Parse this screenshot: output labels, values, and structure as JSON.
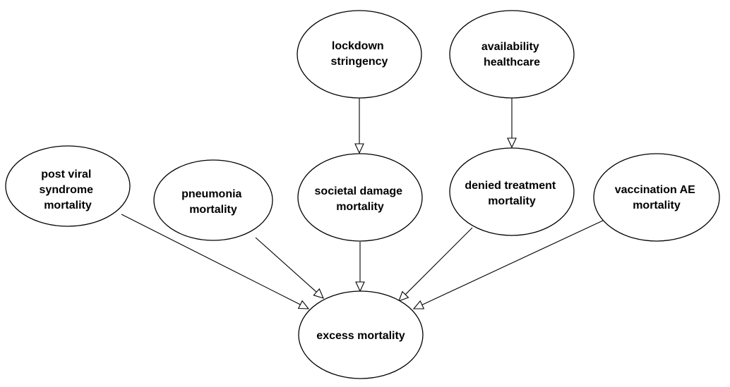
{
  "diagram": {
    "type": "directed-graph",
    "nodes": {
      "lockdown": {
        "lines": [
          "lockdown",
          "stringency"
        ]
      },
      "availability": {
        "lines": [
          "availability",
          "healthcare"
        ]
      },
      "post_viral": {
        "lines": [
          "post viral",
          "syndrome",
          "mortality"
        ]
      },
      "pneumonia": {
        "lines": [
          "pneumonia",
          "mortality"
        ]
      },
      "societal": {
        "lines": [
          "societal damage",
          "mortality"
        ]
      },
      "denied": {
        "lines": [
          "denied treatment",
          "mortality"
        ]
      },
      "vaccination": {
        "lines": [
          "vaccination AE",
          "mortality"
        ]
      },
      "excess": {
        "lines": [
          "excess mortality"
        ]
      }
    },
    "edges": [
      {
        "from": "lockdown",
        "to": "societal"
      },
      {
        "from": "availability",
        "to": "denied"
      },
      {
        "from": "post_viral",
        "to": "excess"
      },
      {
        "from": "pneumonia",
        "to": "excess"
      },
      {
        "from": "societal",
        "to": "excess"
      },
      {
        "from": "denied",
        "to": "excess"
      },
      {
        "from": "vaccination",
        "to": "excess"
      }
    ]
  }
}
